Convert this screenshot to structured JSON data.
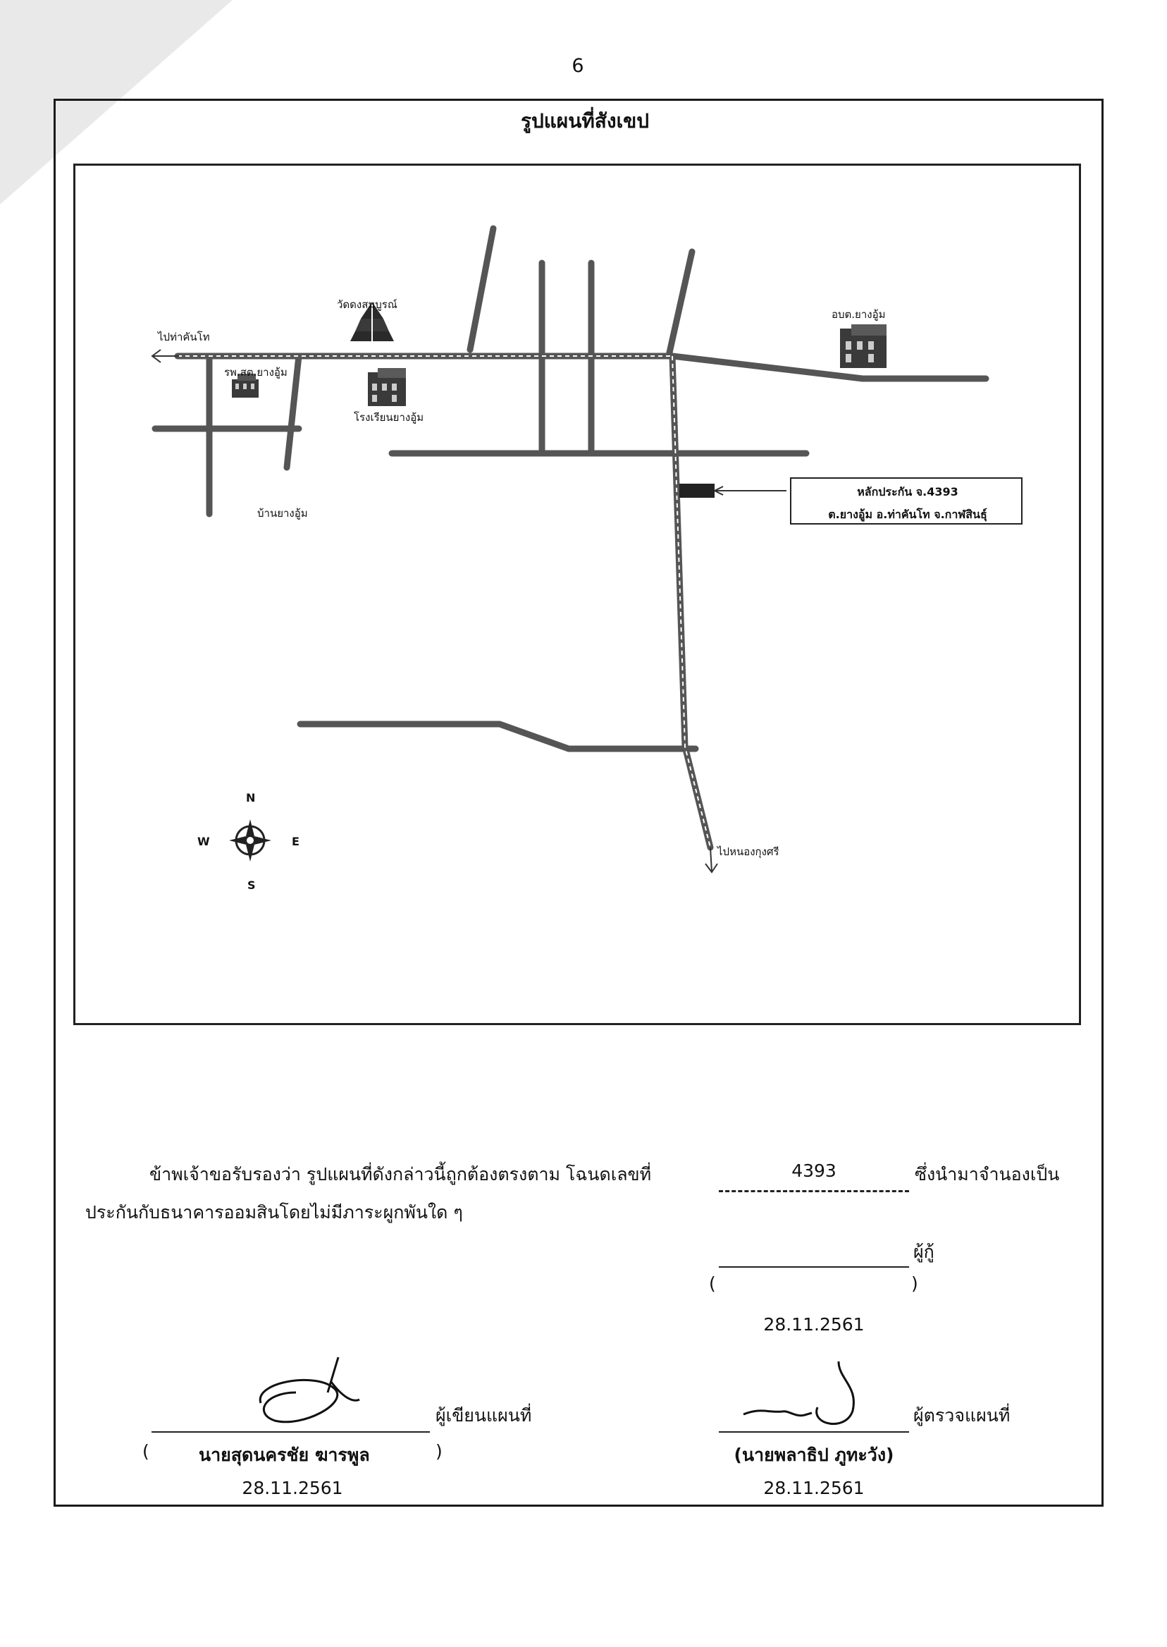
{
  "page": {
    "number": "6",
    "title": "รูปแผนที่สังเขป"
  },
  "map": {
    "label_to_thakhanto": "ไปท่าคันโท",
    "label_wat": "วัดดงสมบูรณ์",
    "label_hospital": "รพ.สต.ยางอู้ม",
    "label_school": "โรงเรียนยางอู้ม",
    "label_village": "บ้านยางอู้ม",
    "label_sao": "อบต.ยางอู้ม",
    "label_to_nongkungsri": "ไปหนองกุงศรี",
    "collateral_box": {
      "line1": "หลักประกัน จ.4393",
      "line2": "ต.ยางอู้ม  อ.ท่าคันโท จ.กาฬสินธุ์"
    },
    "compass": {
      "n": "N",
      "s": "S",
      "e": "E",
      "w": "W"
    }
  },
  "certification": {
    "line1_left": "ข้าพเจ้าขอรับรองว่า รูปแผนที่ดังกล่าวนี้ถูกต้องตรงตาม  โฉนดเลขที่",
    "deed_number": "4393",
    "line1_right": "ซึ่งนำมาจำนองเป็น",
    "line2": "ประกันกับธนาคารออมสินโดยไม่มีภาระผูกพันใด ๆ"
  },
  "borrower": {
    "role": "ผู้กู้",
    "open_paren": "(",
    "close_paren": ")",
    "date": "28.11.2561"
  },
  "map_writer": {
    "role": "ผู้เขียนแผนที่",
    "open_paren": "(",
    "name": "นายสุดนครชัย  ฆารพูล",
    "close_paren": ")",
    "date": "28.11.2561"
  },
  "map_inspector": {
    "role": "ผู้ตรวจแผนที่",
    "name": "(นายพลาธิป ภูทะวัง)",
    "date": "28.11.2561"
  },
  "colors": {
    "road": "#555555",
    "frame": "#1a1a1a",
    "corner": "#e9e9ea"
  }
}
